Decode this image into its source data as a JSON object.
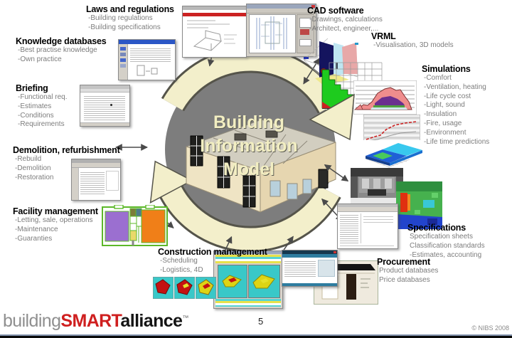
{
  "slide": {
    "page_number": "5",
    "copyright": "© NIBS 2008",
    "logo": {
      "building": "building",
      "smart": "SMART",
      "alliance": "alliance",
      "tm": "™"
    }
  },
  "center": {
    "title_lines": [
      "Building",
      "Information",
      "Model"
    ]
  },
  "sections": {
    "laws": {
      "title": "Laws and regulations",
      "items": [
        "-Building regulations",
        "-Building specifications"
      ]
    },
    "knowledge": {
      "title": "Knowledge databases",
      "items": [
        "-Best practise knowledge",
        "-Own practice"
      ]
    },
    "briefing": {
      "title": "Briefing",
      "items": [
        "-Functional req.",
        "-Estimates",
        "-Conditions",
        "-Requirements"
      ]
    },
    "demolition": {
      "title": "Demolition, refurbishment",
      "items": [
        "-Rebuild",
        "-Demolition",
        "-Restoration"
      ]
    },
    "facility": {
      "title": "Facility management",
      "items": [
        "-Letting, sale, operations",
        "-Maintenance",
        "-Guaranties"
      ]
    },
    "construction": {
      "title": "Construction management",
      "items": [
        "-Scheduling",
        "-Logistics, 4D"
      ]
    },
    "cad": {
      "title": "CAD software",
      "items": [
        "-Drawings, calculations",
        "-Architect, engineer,..."
      ]
    },
    "vrml": {
      "title": "VRML",
      "items": [
        "-Visualisation, 3D models"
      ]
    },
    "simulations": {
      "title": "Simulations",
      "items": [
        "-Comfort",
        "-Ventilation, heating",
        "-Life cycle cost",
        "-Light, sound",
        "-Insulation",
        "-Fire, usage",
        "-Environment",
        "-Life time predictions"
      ]
    },
    "specifications": {
      "title": "Specifications",
      "items": [
        "Specification sheets",
        "Classification standards",
        "-Estimates, accounting"
      ]
    },
    "procurement": {
      "title": "Procurement",
      "items": [
        "Product databases",
        "Price databases"
      ]
    }
  },
  "icons": {
    "cycle_arrows": "clockwise-cycle-arrows",
    "link_arrows": "double-headed-link-arrow"
  },
  "colors": {
    "circle_gray": "#7d7d7d",
    "cycle_arrow_cream": "#f3efcb",
    "center_text_cream": "#f2eec2",
    "logo_red": "#cf1f1f",
    "bullet_gray": "#7d7d7d"
  }
}
